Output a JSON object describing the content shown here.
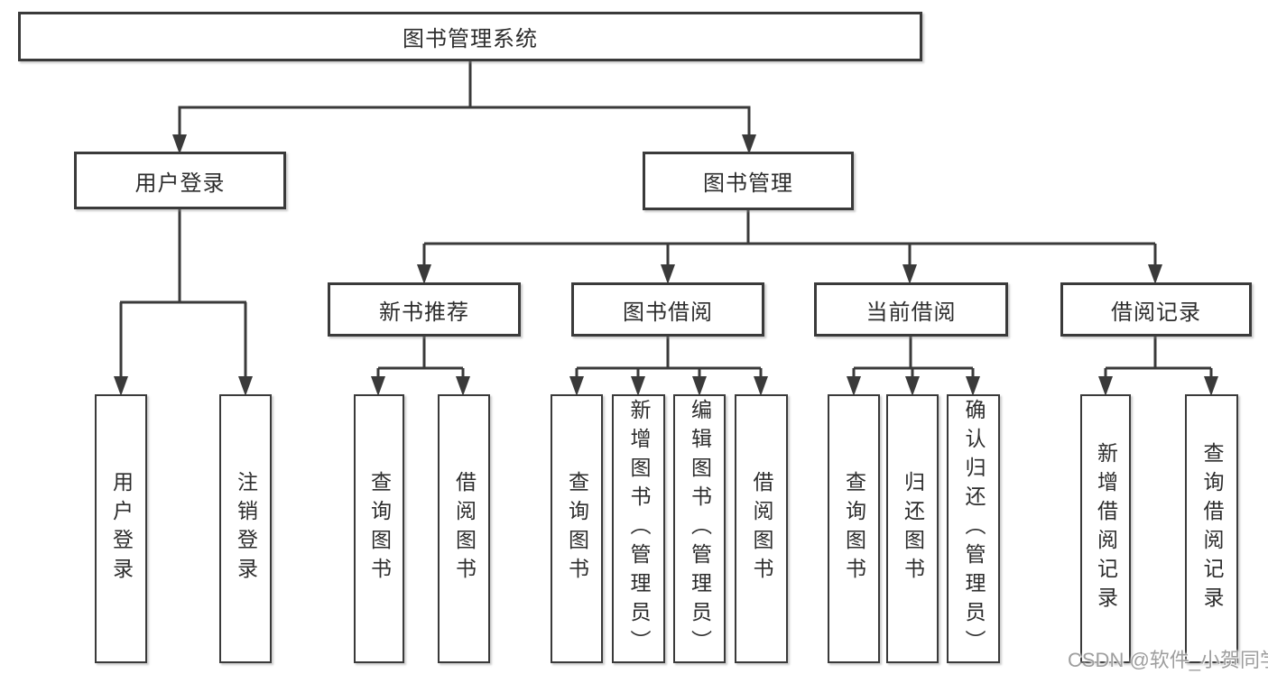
{
  "colors": {
    "line": "#3a3a3a",
    "text": "#2d2d2d",
    "watermark": "#9e9e9e",
    "background": "#ffffff"
  },
  "watermark": {
    "text": "CSDN @软件_小贺同学"
  },
  "tree": {
    "root": {
      "label": "图书管理系统"
    },
    "level2": [
      {
        "label": "用户登录"
      },
      {
        "label": "图书管理"
      }
    ],
    "level3": [
      {
        "label": "新书推荐",
        "parent": "图书管理"
      },
      {
        "label": "图书借阅",
        "parent": "图书管理"
      },
      {
        "label": "当前借阅",
        "parent": "图书管理"
      },
      {
        "label": "借阅记录",
        "parent": "图书管理"
      }
    ],
    "leaves": [
      {
        "label": "用户登录",
        "parent": "用户登录"
      },
      {
        "label": "注销登录",
        "parent": "用户登录"
      },
      {
        "label": "查询图书",
        "parent": "新书推荐"
      },
      {
        "label": "借阅图书",
        "parent": "新书推荐"
      },
      {
        "label": "查询图书",
        "parent": "图书借阅"
      },
      {
        "label": "新增图书（管理员）",
        "parent": "图书借阅"
      },
      {
        "label": "编辑图书（管理员）",
        "parent": "图书借阅"
      },
      {
        "label": "借阅图书",
        "parent": "图书借阅"
      },
      {
        "label": "查询图书",
        "parent": "当前借阅"
      },
      {
        "label": "归还图书",
        "parent": "当前借阅"
      },
      {
        "label": "确认归还（管理员）",
        "parent": "当前借阅"
      },
      {
        "label": "新增借阅记录",
        "parent": "借阅记录"
      },
      {
        "label": "查询借阅记录",
        "parent": "借阅记录"
      }
    ]
  }
}
